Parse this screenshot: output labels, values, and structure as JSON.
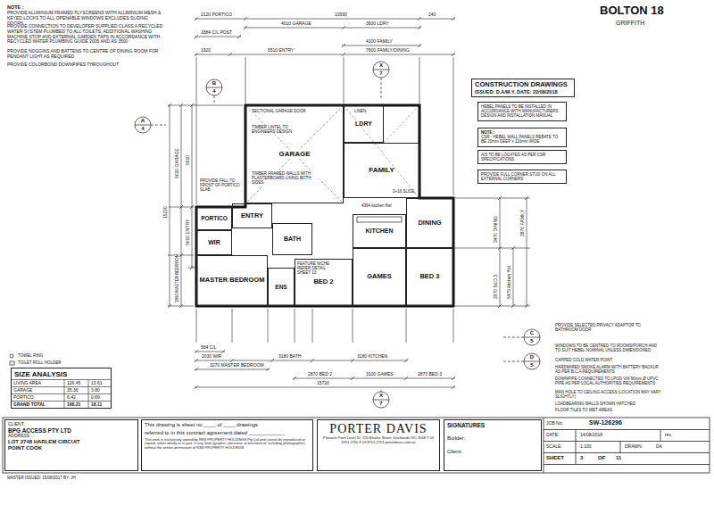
{
  "diagram": {
    "title": "BOLTON 18",
    "nodes": [
      {
        "text": [
          "GARAGE"
        ]
      },
      {
        "text": [
          "LDRY"
        ]
      },
      {
        "text": [
          "FAMILY"
        ]
      },
      {
        "text": [
          "PORTICO"
        ]
      },
      {
        "text": [
          "ENTRY"
        ]
      },
      {
        "text": [
          "WIR"
        ]
      },
      {
        "text": [
          "BATH"
        ]
      },
      {
        "text": [
          "KITCHEN"
        ]
      },
      {
        "text": [
          "DINING"
        ]
      },
      {
        "text": [
          "MASTER BEDROOM"
        ]
      },
      {
        "text": [
          "ENS"
        ]
      },
      {
        "text": [
          "BED 2"
        ]
      },
      {
        "text": [
          "GAMES"
        ]
      },
      {
        "text": [
          "BED 3"
        ]
      },
      {
        "text": [
          "CONSTRUCTION DRAWINGS",
          "ISSUED: D.A/M.Y. DATE: 22/08/2018"
        ]
      },
      {
        "text": [
          "HEBEL PANELS TO BE INSTALLED IN ACCORDANCE WITH MANUFACTURERS DESIGN AND INSTALLATION MANUAL"
        ]
      },
      {
        "text": [
          "NOTE :",
          "CSR - HEBEL WALL PANELS REBATE TO BE 20mm DEEP x 110mm WIDE"
        ]
      },
      {
        "text": [
          "A/S TO BE LOCATED AS PER CSR SPECIFICATIONS"
        ]
      },
      {
        "text": [
          "PROVIDE FULL CORNER STUD ON ALL EXTERNAL CORNERS"
        ]
      },
      {
        "text": [
          "SIZE ANALYSIS"
        ]
      },
      {
        "text": [
          "CLIENT:",
          "BPG ACCESS PTY LTD",
          "ADDRESS :",
          "LOT 2748 HARLEM CIRCUIT",
          "POINT COOK"
        ]
      },
      {
        "text": [
          "This drawing is sheet no ____ of ____ drawings",
          "referred to in this contract agreement dated ____________",
          "This work is exclusively owned by RSS PROPERTY HOLDINGS Pty Ltd and cannot be reproduced or copied, either wholly or in part, in any form (graphic, electronic or mechanical, including photographic) without the written permission of RSS PROPERTY HOLDINGS"
        ]
      },
      {
        "text": [
          "PORTER DAVIS",
          "Pinnacle Point Level 10, 720 Bourke Street, Docklands VIC 3008 T 03 8701 2700 F 03 8701 2701 porterdavis.com.au"
        ]
      },
      {
        "text": [
          "SIGNATURES",
          "Builder:",
          "Client:"
        ]
      }
    ],
    "labels": [
      "NOTE :",
      "PROVIDE ALUMINIUM FRAMED FLYSCREENS WITH ALUMINIUM MESH & KEYED LOCKS TO ALL OPENABLE WINDOWS EXCLUDES SLIDING DOORS.",
      "PROVIDE CONNECTION TO DEVELOPER SUPPLIED CLASS A RECYCLED WATER SYSTEM PLUMBED TO ALL TOILETS. ADDITIONAL WASHING MACHINE STOP AND EXTERNAL GARDEN TAPS IN ACCORDANCE WITH RECYCLED WATER PLUMBING GUIDE 2005 AND AS 3500",
      "PROVIDE NOGGINS AND BATTENS TO CENTRE OF DINING ROOM FOR PENDANT LIGHT AS REQUIRED",
      "PROVIDE COLORBOND DOWNPIPES THROUGHOUT",
      "BOLTON 18",
      "GRIFFITH",
      "2120 PORTICO",
      "10590",
      "4010 GARAGE",
      "3600 LDRY",
      "1884 C/L POST",
      "1920",
      "5510 ENTRY",
      "4100 FAMILY",
      "7600 FAMILY/DINING",
      "240",
      "15220",
      "5010 GARAGE",
      "3890 MASTER BEDROOM",
      "5510",
      "5010 ENTRY",
      "3870 FAMILY",
      "3470 DINING",
      "3570 BED 3",
      "5475 kitchen ffwl",
      "2030 WIR",
      "3270 MASTER BEDROOM",
      "3180 BATH",
      "3180 KITCHEN",
      "2870 BED 2",
      "3100 GAMES",
      "2870 BED 3",
      "15720",
      "564 C/L",
      "A",
      "4",
      "B",
      "4",
      "X",
      "7",
      "X",
      "7",
      "C",
      "5",
      "D",
      "5",
      "TIMBER LINTEL TO ENGINEERS DESIGN",
      "SECTIONAL GARAGE DOOR",
      "TIMBER FRAMED WALLS WITH PLASTERBOARD LINING BOTH SIDES",
      "PROVIDE FALL TO FRONT OF PORTICO SLAB",
      "LINEN",
      "2+16 SLIDE",
      "4394 kitchen ffwl",
      "FEATURE NICHE REFER DETAIL SHEET 10",
      "PROVIDE SELECTED PRIVACY ADAPTOR TO BATHROOM DOOR",
      "WINDOWS TO BE CENTRED TO ROOMS/PORCH AND TO SUIT HEBEL NOMINAL UNLESS DIMENSIONED",
      "CAPPED COLD WATER POINT",
      "HARDWIRED SMOKE ALARM WITH BATTERY BACKUP AS PER B.C.A REQUIREMENTS",
      "DOWNPIPE CONNECTED TO LPOD VIA 90mm Ø UPVC PIPE AS PER LOCAL AUTHORITIES REQUIREMENTS",
      "MAN HOLE TO CEILING ACCESS (LOCATION MAY VARY SLIGHTLY)",
      "LOADBEARING WALLS SHOWN HATCHED",
      "FLOOR TILES TO WET AREAS",
      "TOWEL RING",
      "TOILET ROLL HOLDER",
      "LIVING AREA",
      "126.45",
      "13.61",
      "GARAGE",
      "35.36",
      "3.80",
      "PORTICO",
      "6.42",
      "0.69",
      "GRAND TOTAL",
      "168.21",
      "18.11",
      "JOB No:",
      "SW-126296",
      "DATE:",
      "14/08/2018",
      "rev.",
      "SCALE:",
      "1:100",
      "DRAWN:",
      "DA",
      "SHEET",
      "3",
      "OF",
      "11",
      "MASTER ISSUED: 15/08/2017 BY: JH"
    ]
  }
}
